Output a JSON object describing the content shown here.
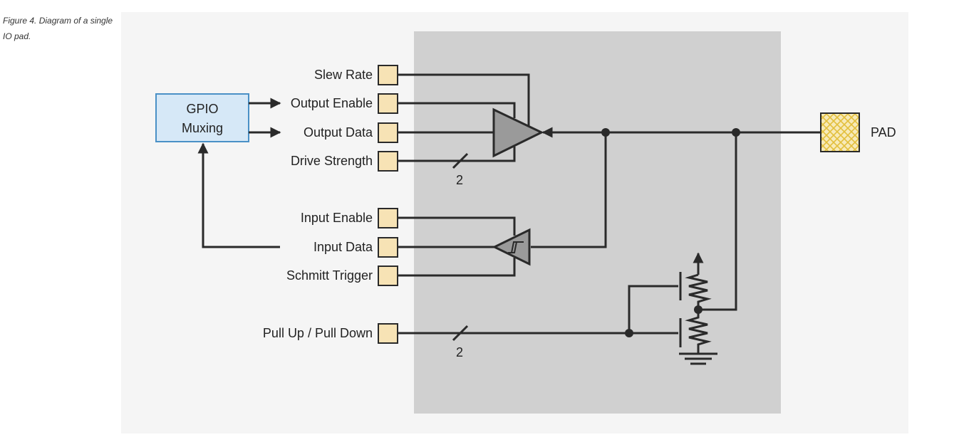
{
  "caption": "Figure 4. Diagram of a single IO pad.",
  "gpio_box": {
    "line1": "GPIO",
    "line2": "Muxing"
  },
  "signals": {
    "slew_rate": "Slew Rate",
    "output_enable": "Output Enable",
    "output_data": "Output Data",
    "drive_strength": "Drive Strength",
    "input_enable": "Input Enable",
    "input_data": "Input Data",
    "schmitt_trigger": "Schmitt Trigger",
    "pull_up_down": "Pull Up / Pull Down"
  },
  "bus_width_drive": "2",
  "bus_width_pull": "2",
  "pad_label": "PAD",
  "colors": {
    "panel_bg": "#f5f5f5",
    "core_bg": "#d0d0d0",
    "register_fill": "#f7e3b5",
    "gpio_fill": "#d6e8f7",
    "gpio_border": "#4a90c6",
    "pad_fill": "#f5e6a8",
    "pad_hatch": "#e8c547",
    "buffer_fill": "#9a9a9a"
  }
}
